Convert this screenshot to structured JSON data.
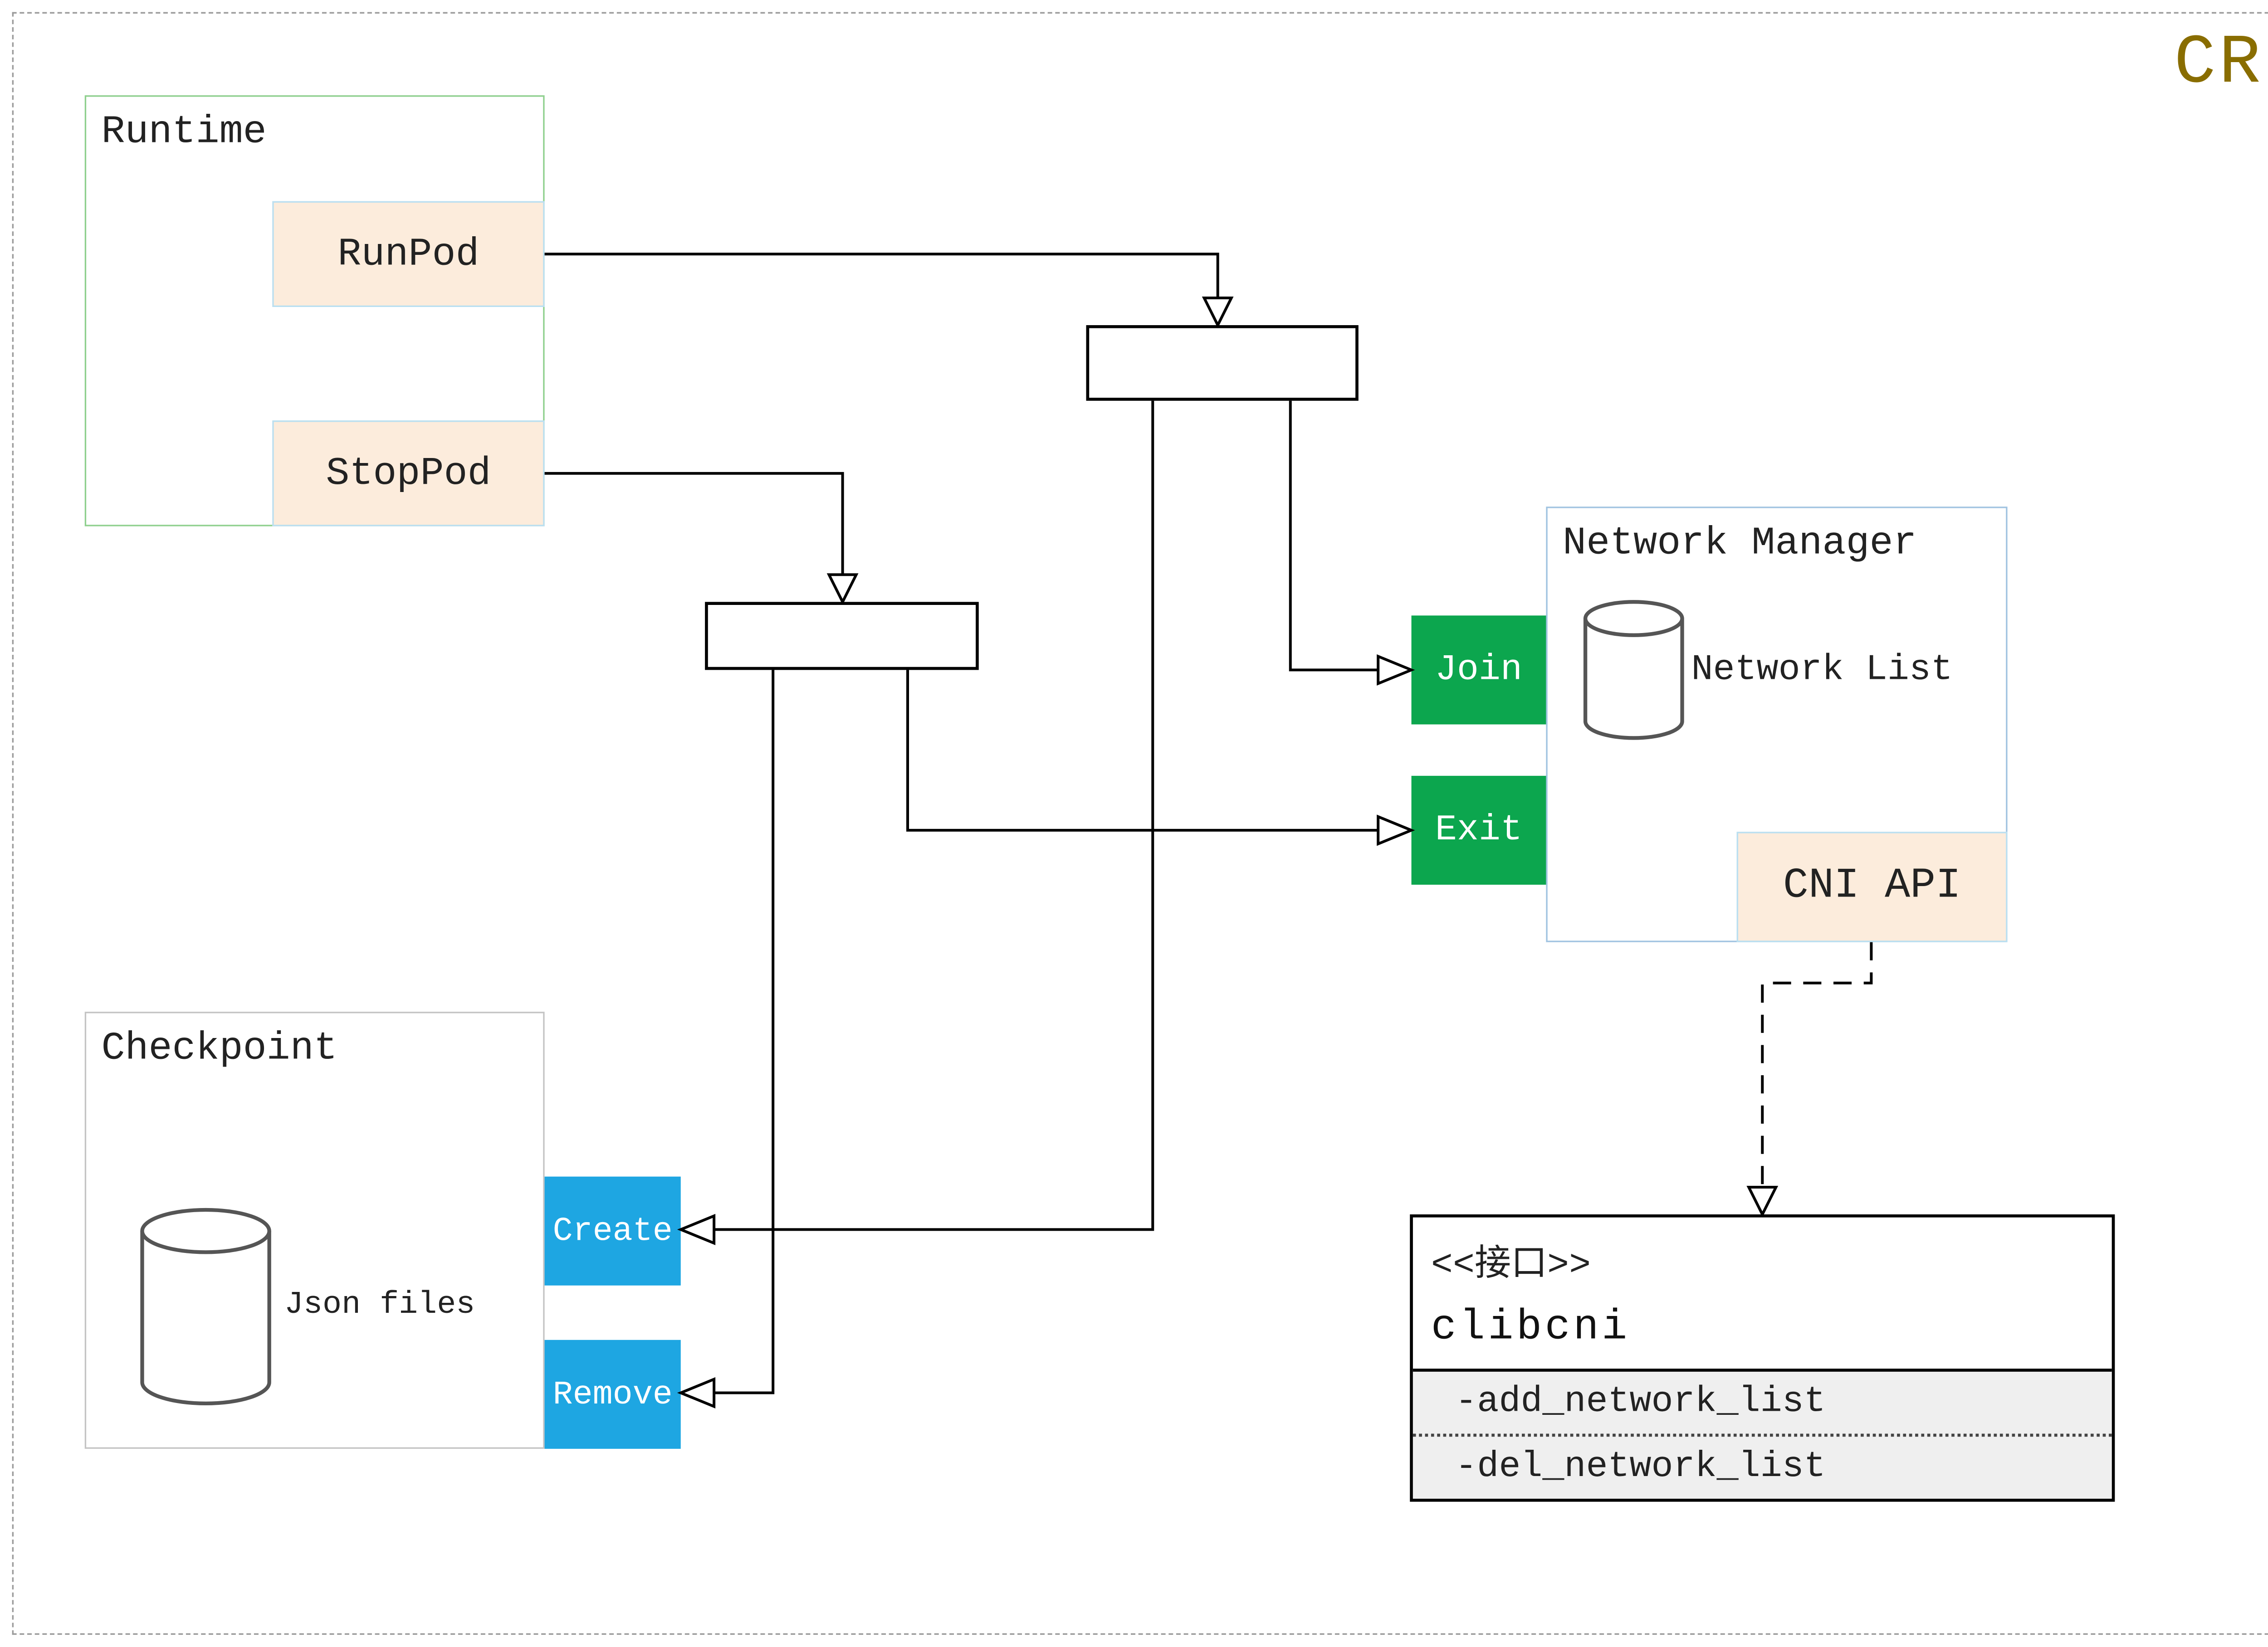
{
  "header": {
    "cri_label": "CRI"
  },
  "runtime": {
    "title": "Runtime",
    "runpod_label": "RunPod",
    "stoppod_label": "StopPod"
  },
  "network_manager": {
    "title": "Network Manager",
    "network_list_label": "Network List",
    "cni_api_label": "CNI API",
    "join_label": "Join",
    "exit_label": "Exit"
  },
  "checkpoint": {
    "title": "Checkpoint",
    "json_files_label": "Json files",
    "create_label": "Create",
    "remove_label": "Remove"
  },
  "clibcni_interface": {
    "stereotype": "<<接口>>",
    "name": "clibcni",
    "member_add": "-add_network_list",
    "member_del": "-del_network_list"
  },
  "colors": {
    "cri_title": "#8a6d00",
    "green_node": "#0ca64f",
    "blue_node": "#1da6e2",
    "peach_node_bg": "#fbecdb",
    "peach_node_border": "#b9dff0",
    "runtime_border": "#8fd08f",
    "network_manager_border": "#9fc3e0",
    "checkpoint_border": "#c4c4c4",
    "interface_members_bg": "#efefef"
  }
}
